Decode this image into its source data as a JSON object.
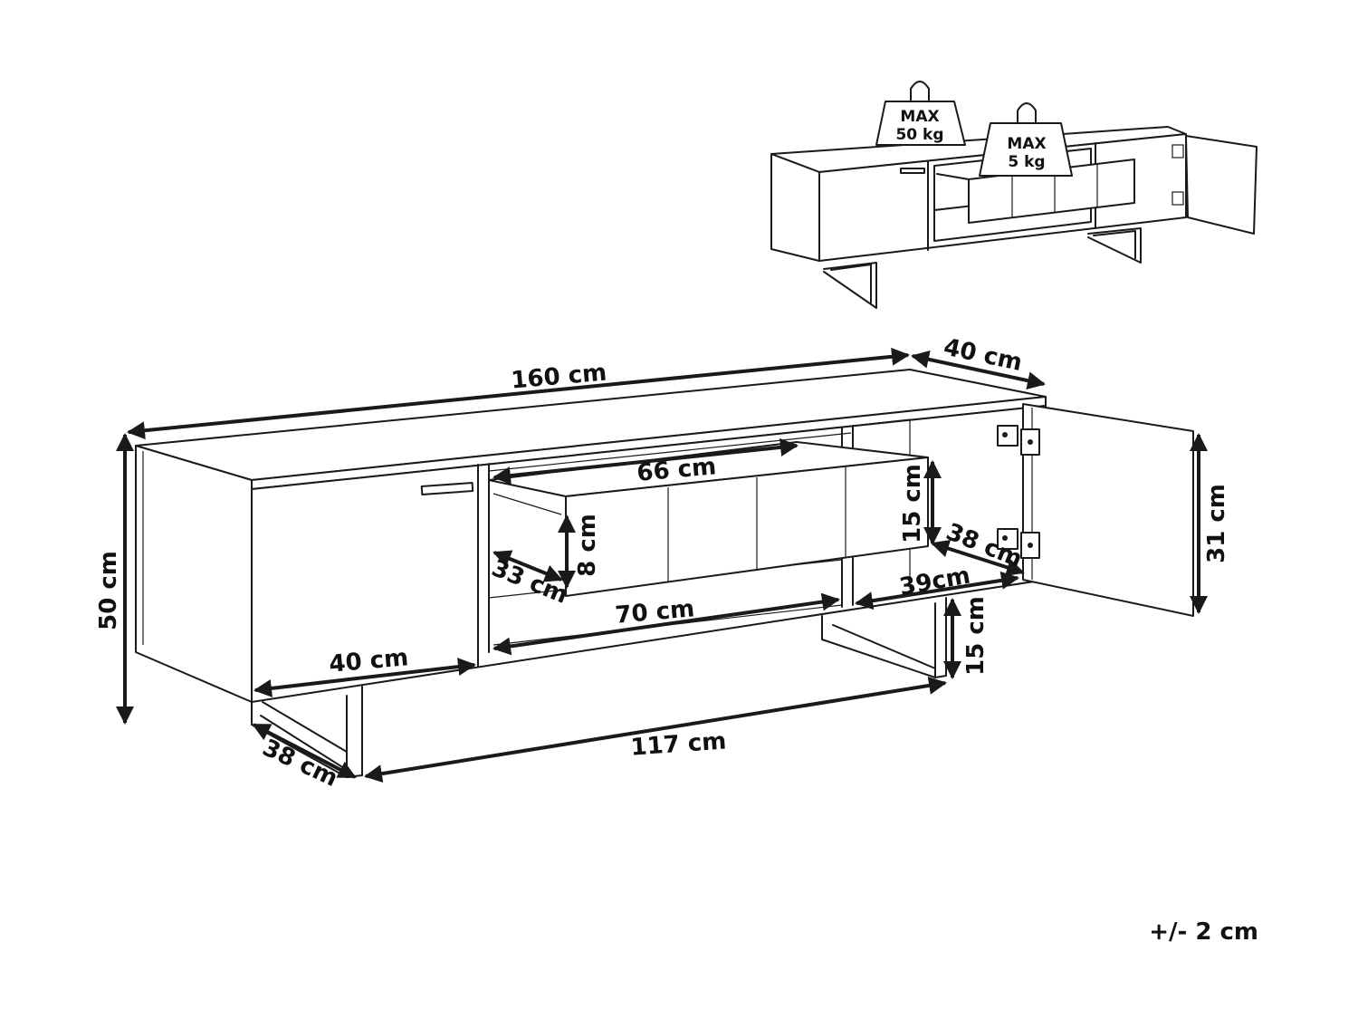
{
  "inset": {
    "weight_large": {
      "line1": "MAX",
      "line2": "50 kg"
    },
    "weight_small": {
      "line1": "MAX",
      "line2": "5 kg"
    }
  },
  "dimensions": {
    "total_width": "160 cm",
    "depth": "40 cm",
    "height": "50 cm",
    "drawer_inner_width": "66 cm",
    "drawer_height": "15 cm",
    "drawer_front_height": "8 cm",
    "drawer_depth": "33 cm",
    "door_depth": "38 cm",
    "door_height": "31 cm",
    "middle_shelf_width": "70 cm",
    "right_compartment_width": "39cm",
    "leg_height": "15 cm",
    "left_compartment_width": "40 cm",
    "leg_depth": "38 cm",
    "leg_span": "117 cm"
  },
  "tolerance": "+/- 2 cm"
}
